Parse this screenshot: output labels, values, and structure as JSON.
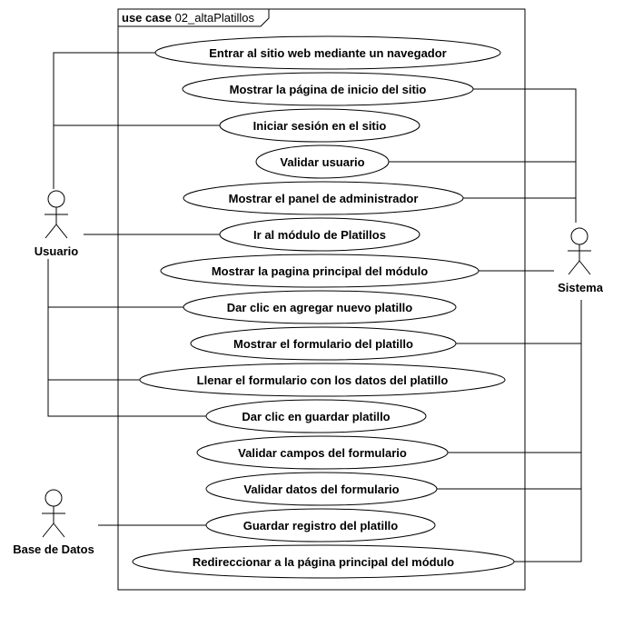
{
  "frame": {
    "keyword": "use case",
    "name": "02_altaPlatillos"
  },
  "actors": {
    "usuario": "Usuario",
    "sistema": "Sistema",
    "base_datos": "Base de Datos"
  },
  "use_cases": [
    "Entrar al sitio web mediante un navegador",
    "Mostrar la página de inicio del sitio",
    "Iniciar sesión en el sitio",
    "Validar usuario",
    "Mostrar el panel de administrador",
    "Ir al módulo de Platillos",
    "Mostrar la pagina principal del módulo",
    "Dar clic en agregar nuevo platillo",
    "Mostrar el formulario del platillo",
    "Llenar el formulario con los datos del platillo",
    "Dar clic en guardar platillo",
    "Validar campos del formulario",
    "Validar datos del formulario",
    "Guardar registro del platillo",
    "Redireccionar a la página principal del módulo"
  ]
}
